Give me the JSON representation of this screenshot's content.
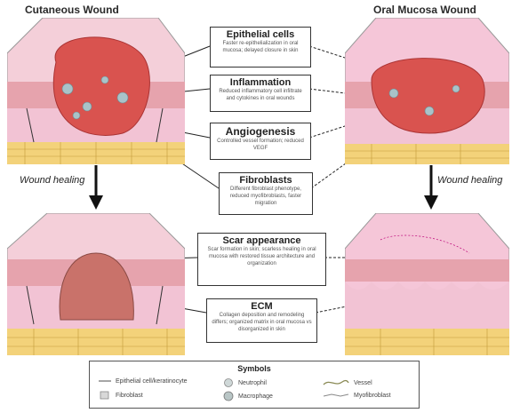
{
  "titles": {
    "left": "Cutaneous Wound",
    "right": "Oral Mucosa Wound"
  },
  "healing_label": "Wound healing",
  "boxes": [
    {
      "id": "epithelial",
      "title": "Epithelial cells",
      "sub": "Faster re-epithelialization in oral mucosa; delayed closure in skin"
    },
    {
      "id": "inflammation",
      "title": "Inflammation",
      "sub": "Reduced inflammatory cell infiltrate and cytokines in oral wounds"
    },
    {
      "id": "angiogenesis",
      "title": "Angiogenesis",
      "sub": "Controlled vessel formation; reduced VEGF"
    },
    {
      "id": "fibroblasts",
      "title": "Fibroblasts",
      "sub": "Different fibroblast phenotype, reduced myofibroblasts, faster migration"
    },
    {
      "id": "scar",
      "title": "Scar appearance",
      "sub": "Scar formation in skin; scarless healing in oral mucosa with restored tissue architecture and organization"
    },
    {
      "id": "ecm",
      "title": "ECM",
      "sub": "Collagen deposition and remodeling differs; organized matrix in oral mucosa vs disorganized in skin"
    }
  ],
  "legend": {
    "title": "Symbols",
    "items": [
      {
        "label": "Epithelial cell/keratinocyte",
        "icon": "epithelial-icon"
      },
      {
        "label": "Fibroblast",
        "icon": "fibroblast-icon"
      },
      {
        "label": "Neutrophil",
        "icon": "neutrophil-icon"
      },
      {
        "label": "Macrophage",
        "icon": "macrophage-icon"
      },
      {
        "label": "Vessel",
        "icon": "vessel-icon"
      },
      {
        "label": "Myofibroblast",
        "icon": "myofibroblast-icon"
      }
    ]
  },
  "colors": {
    "skin_top": "#f4cfd9",
    "epidermis": "#e6a3ad",
    "dermis": "#f2c3d4",
    "fat": "#f3d27a",
    "wound": "#d9534f",
    "scar": "#c9726a",
    "oral_top": "#f5c6d8"
  }
}
